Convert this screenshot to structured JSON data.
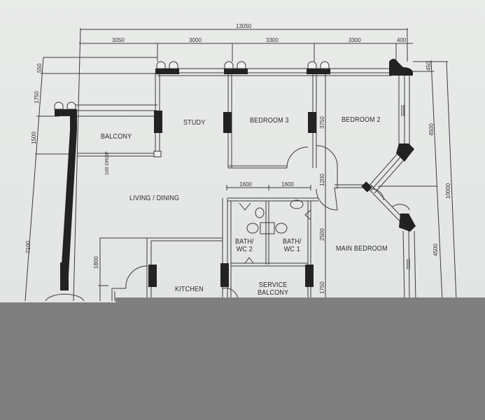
{
  "plan": {
    "rooms": {
      "balcony": "BALCONY",
      "study": "STUDY",
      "bedroom3": "BEDROOM 3",
      "bedroom2": "BEDROOM 2",
      "living_dining": "LIVING / DINING",
      "bath_wc2_line1": "BATH/",
      "bath_wc2_line2": "WC 2",
      "bath_wc1_line1": "BATH/",
      "bath_wc1_line2": "WC 1",
      "main_bedroom": "MAIN BEDROOM",
      "kitchen": "KITCHEN",
      "service_balcony_line1": "SERVICE",
      "service_balcony_line2": "BALCONY"
    },
    "dimensions_top": {
      "total": "13050",
      "seg1": "3050",
      "seg2": "3000",
      "seg3": "3300",
      "seg4": "3300",
      "seg5": "400"
    },
    "dimensions_left": {
      "d1": "550",
      "d2": "1750",
      "d3": "1500",
      "d4": "7100",
      "d5": "1800"
    },
    "dimensions_right": {
      "d1": "450",
      "d2": "4500",
      "d3": "4500",
      "total": "10000"
    },
    "dimensions_interior": {
      "bed_partition": "3750",
      "bath_w1": "1600",
      "bath_w2": "1600",
      "corridor_1200": "1200",
      "corridor_2500": "2500",
      "corridor_1750": "1750",
      "balcony_drop": "100 DROP"
    },
    "colors": {
      "paper": "#e6e8e6",
      "wall": "#222222",
      "line": "#3a3a3a",
      "overlay": "#7f7f7f"
    }
  }
}
